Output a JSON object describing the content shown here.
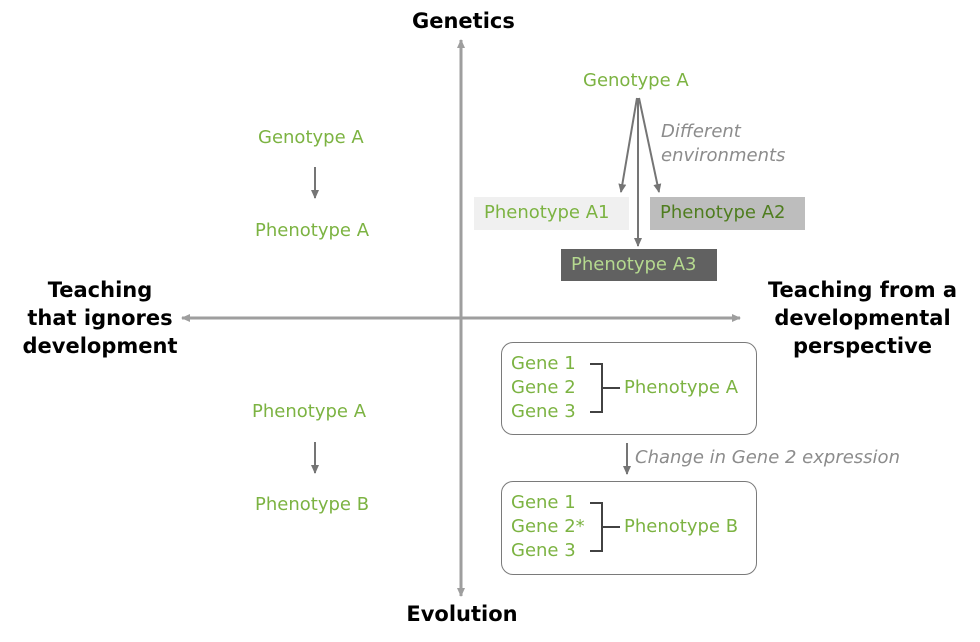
{
  "axes": {
    "top": "Genetics",
    "bottom": "Evolution",
    "left": "Teaching\nthat ignores\ndevelopment",
    "right": "Teaching from a\ndevelopmental\nperspective"
  },
  "top_left": {
    "genotype": "Genotype A",
    "phenotype": "Phenotype A"
  },
  "top_right": {
    "genotype": "Genotype A",
    "note": "Different\nenvironments",
    "phenotypes": [
      "Phenotype A1",
      "Phenotype A2",
      "Phenotype A3"
    ]
  },
  "bottom_left": {
    "from": "Phenotype A",
    "to": "Phenotype B"
  },
  "bottom_right": {
    "box1": {
      "genes": [
        "Gene 1",
        "Gene 2",
        "Gene 3"
      ],
      "phenotype": "Phenotype A"
    },
    "change": "Change in Gene 2 expression",
    "box2": {
      "genes": [
        "Gene 1",
        "Gene 2*",
        "Gene 3"
      ],
      "phenotype": "Phenotype B"
    }
  },
  "colors": {
    "green": "#7cb342",
    "axis": "#9e9e9e",
    "arrow": "#757575",
    "box_light": "#f0f0f0",
    "box_mid": "#bdbdbd",
    "box_dark": "#616161"
  }
}
